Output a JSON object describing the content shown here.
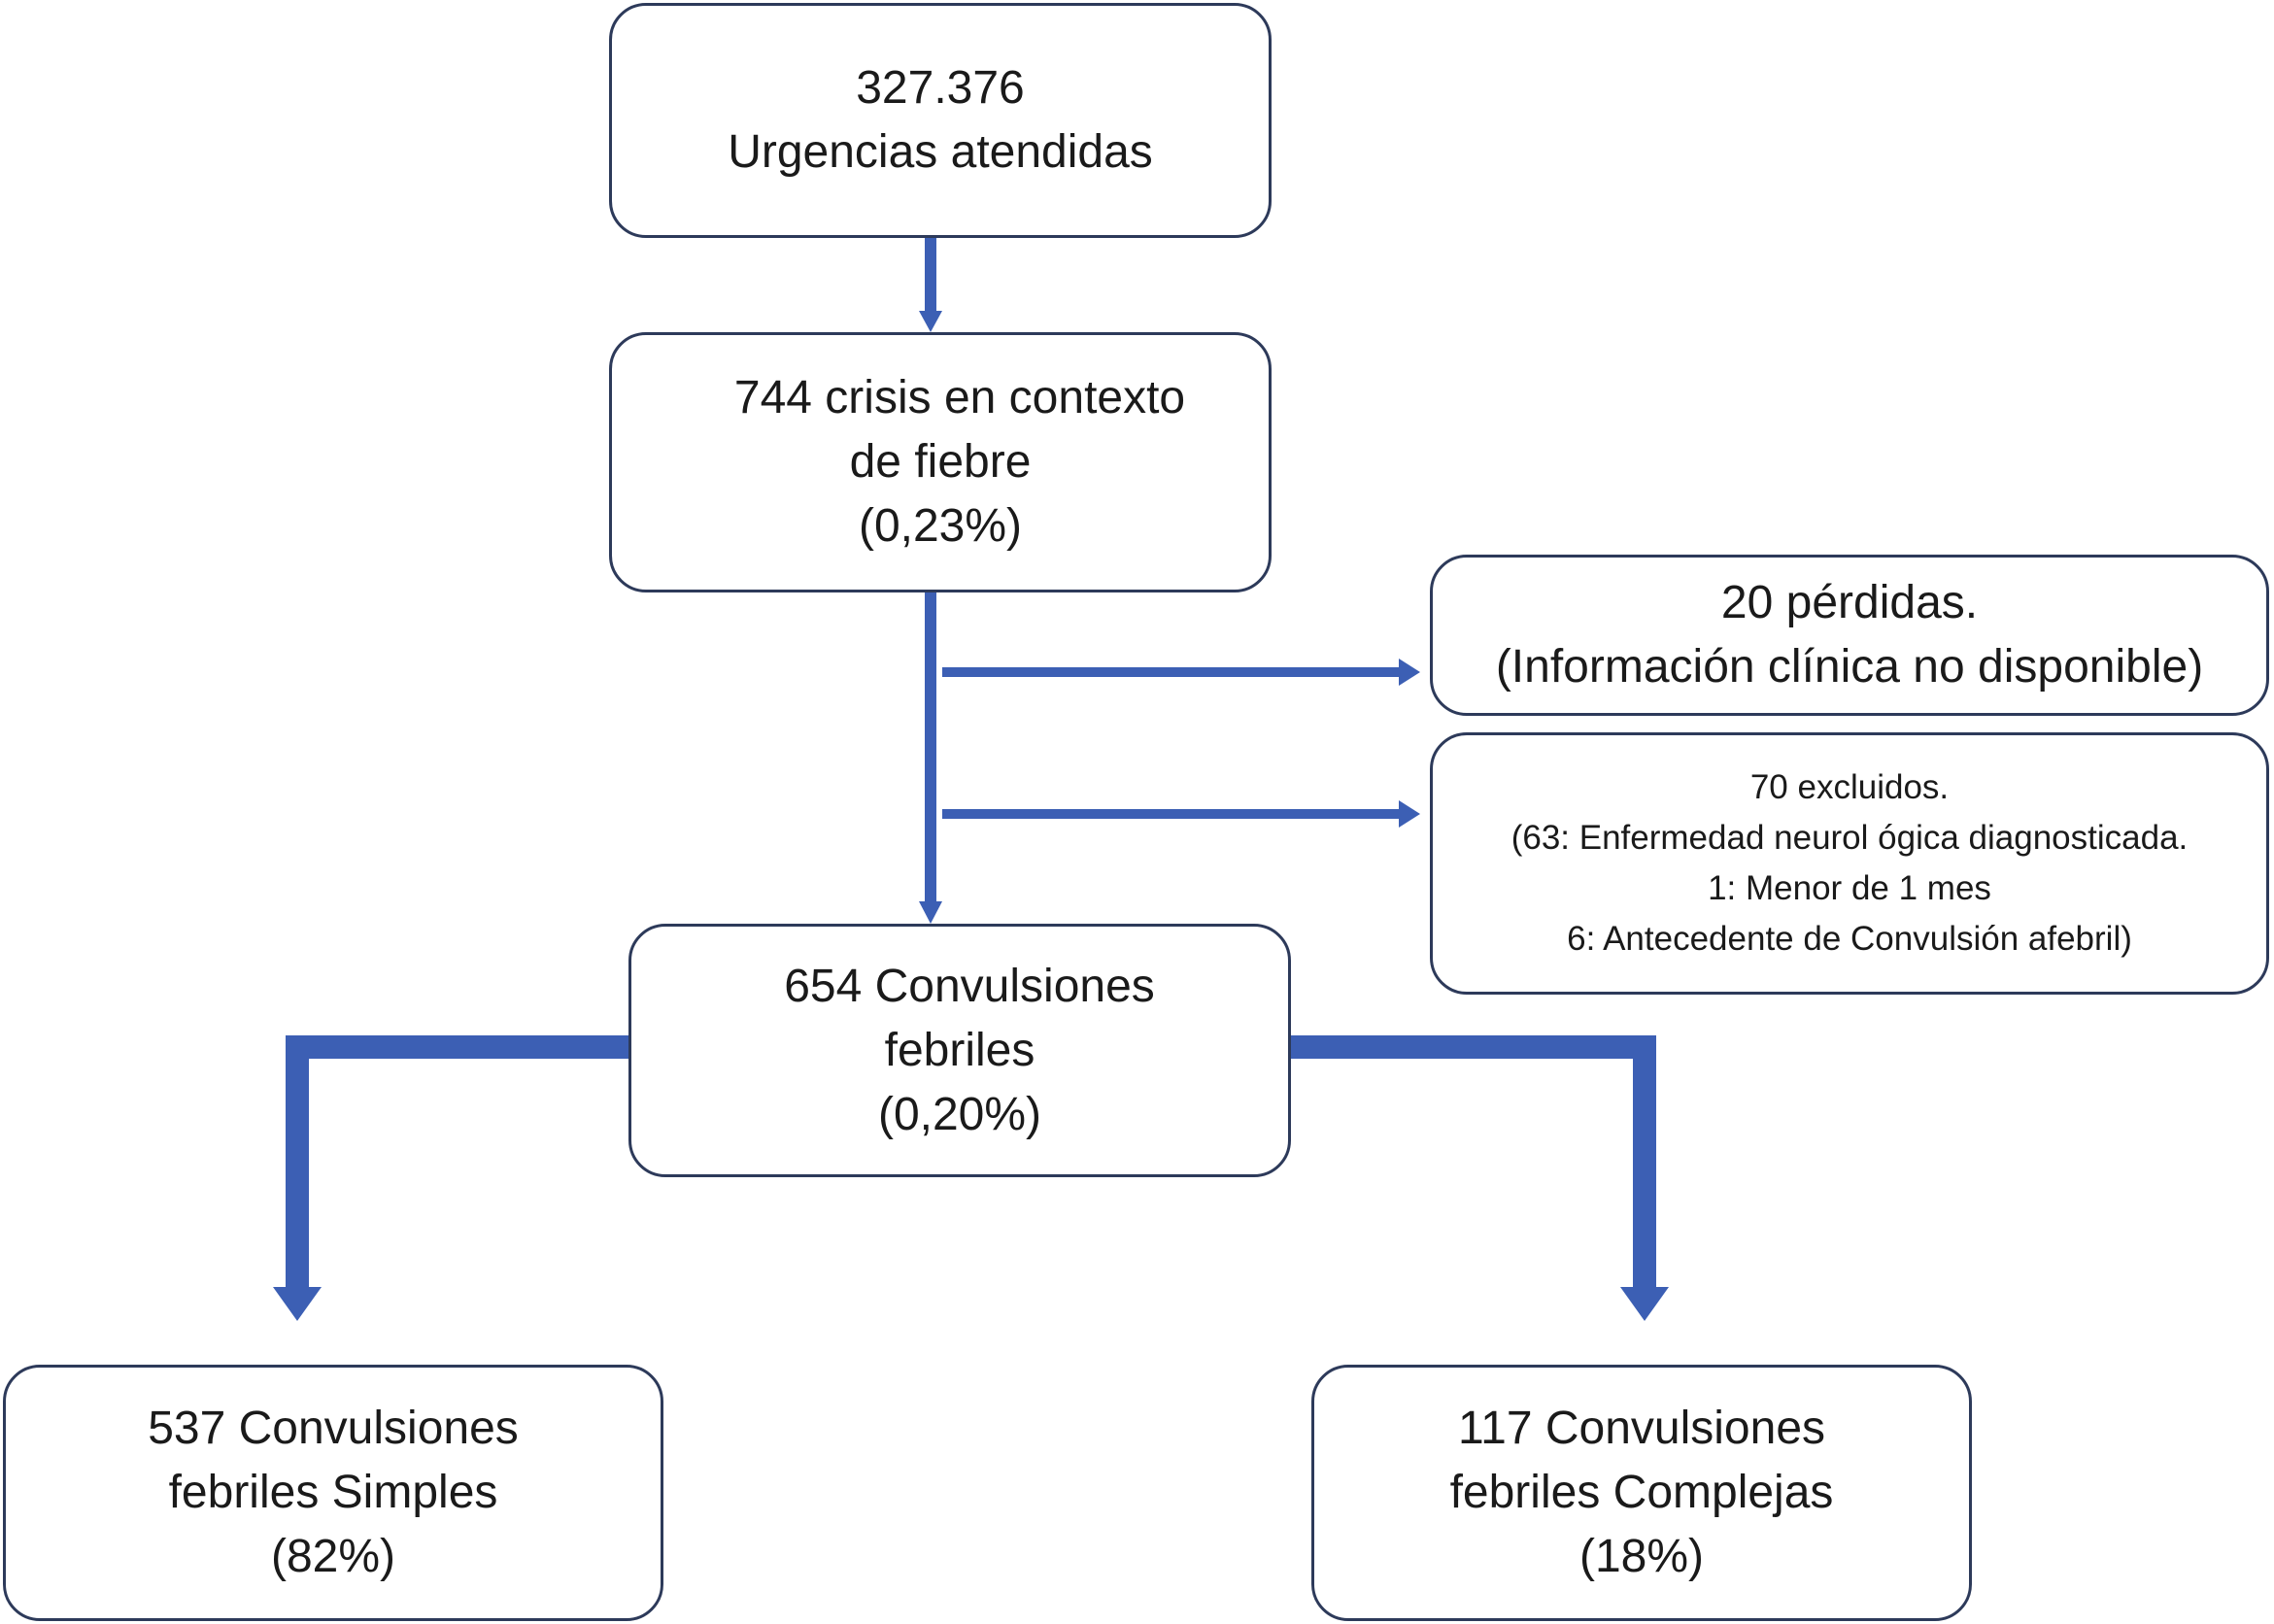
{
  "colors": {
    "arrow": "#3c5fb4",
    "box_border": "#2d3a5a",
    "text": "#1a1a1a"
  },
  "nodes": {
    "total": {
      "lines": [
        "327.376",
        "Urgencias atendidas"
      ]
    },
    "fever": {
      "lines": [
        "744 crisis en contexto",
        "de fiebre",
        "(0,23%)"
      ]
    },
    "lost": {
      "lines": [
        "20 pérdidas.",
        "(Información clínica no disponible)"
      ]
    },
    "excluded": {
      "lines": [
        "70 excluidos.",
        "(63: Enfermedad neurol ógica diagnosticada.",
        "1: Menor de 1 mes",
        "6: Antecedente de Convulsión afebril)"
      ]
    },
    "febrile": {
      "lines": [
        "654 Convulsiones",
        "febriles",
        "(0,20%)"
      ]
    },
    "simple": {
      "lines": [
        "537 Convulsiones",
        "febriles Simples",
        "(82%)"
      ]
    },
    "complex": {
      "lines": [
        "117 Convulsiones",
        "febriles Complejas",
        "(18%)"
      ]
    }
  }
}
